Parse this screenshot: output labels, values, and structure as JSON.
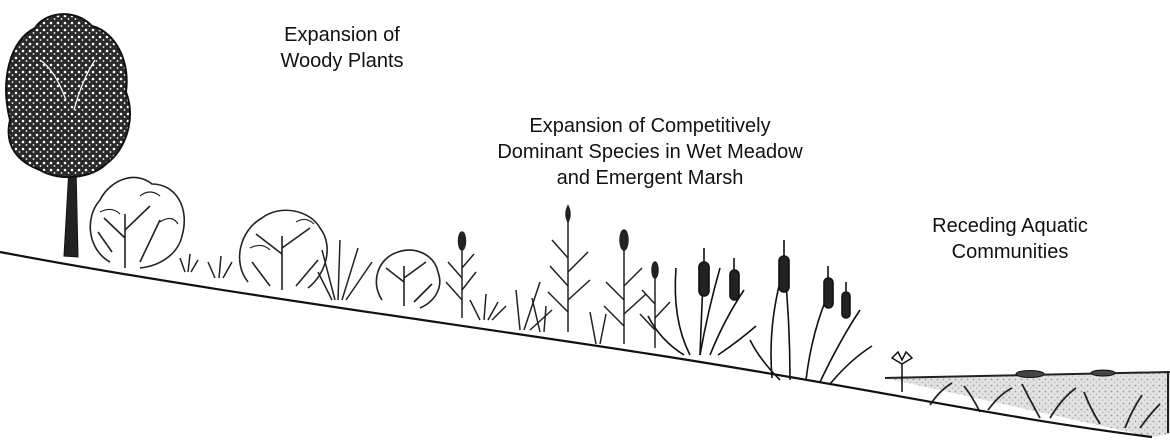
{
  "labels": {
    "woody": [
      "Expansion of",
      "Woody Plants"
    ],
    "competitive": [
      "Expansion of Competitively",
      "Dominant Species in Wet Meadow",
      "and Emergent Marsh"
    ],
    "aquatic": [
      "Receding Aquatic",
      "Communities"
    ]
  },
  "colors": {
    "ink": "#111111",
    "water": "#cfcfcf"
  }
}
